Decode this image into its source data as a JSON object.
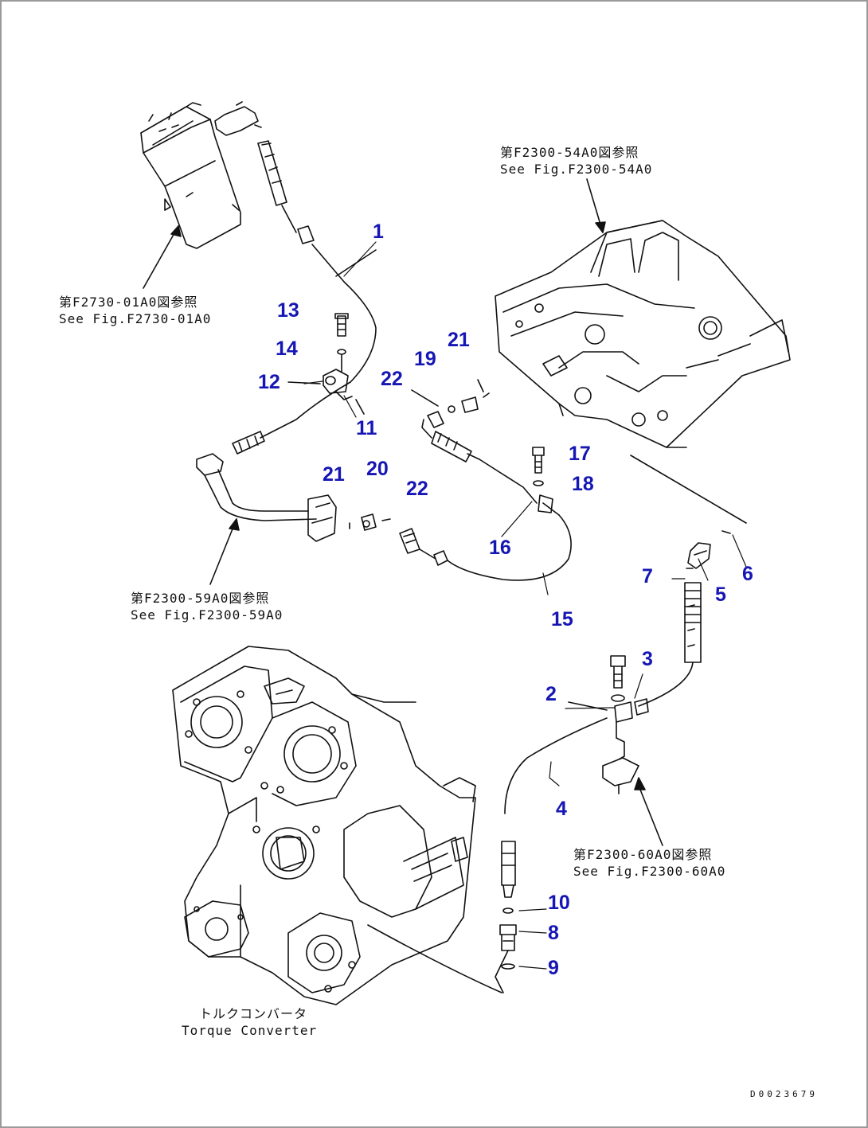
{
  "colors": {
    "callout": "#1616b4",
    "line": "#111111",
    "border": "#9a9a9a"
  },
  "callouts": {
    "c1": "1",
    "c2": "2",
    "c3": "3",
    "c4": "4",
    "c5": "5",
    "c6": "6",
    "c7": "7",
    "c8": "8",
    "c9": "9",
    "c10": "10",
    "c11": "11",
    "c12": "12",
    "c13": "13",
    "c14": "14",
    "c15": "15",
    "c16": "16",
    "c17": "17",
    "c18": "18",
    "c19": "19",
    "c20": "20",
    "c21a": "21",
    "c21b": "21",
    "c22a": "22",
    "c22b": "22"
  },
  "references": {
    "f2730_jp": "第F2730-01A0図参照",
    "f2730_en": "See Fig.F2730-01A0",
    "f2300_54_jp": "第F2300-54A0図参照",
    "f2300_54_en": "See Fig.F2300-54A0",
    "f2300_59_jp": "第F2300-59A0図参照",
    "f2300_59_en": "See Fig.F2300-59A0",
    "f2300_60_jp": "第F2300-60A0図参照",
    "f2300_60_en": "See Fig.F2300-60A0",
    "torque_jp": "トルクコンバータ",
    "torque_en": "Torque Converter"
  },
  "drawing_number": "D0023679"
}
